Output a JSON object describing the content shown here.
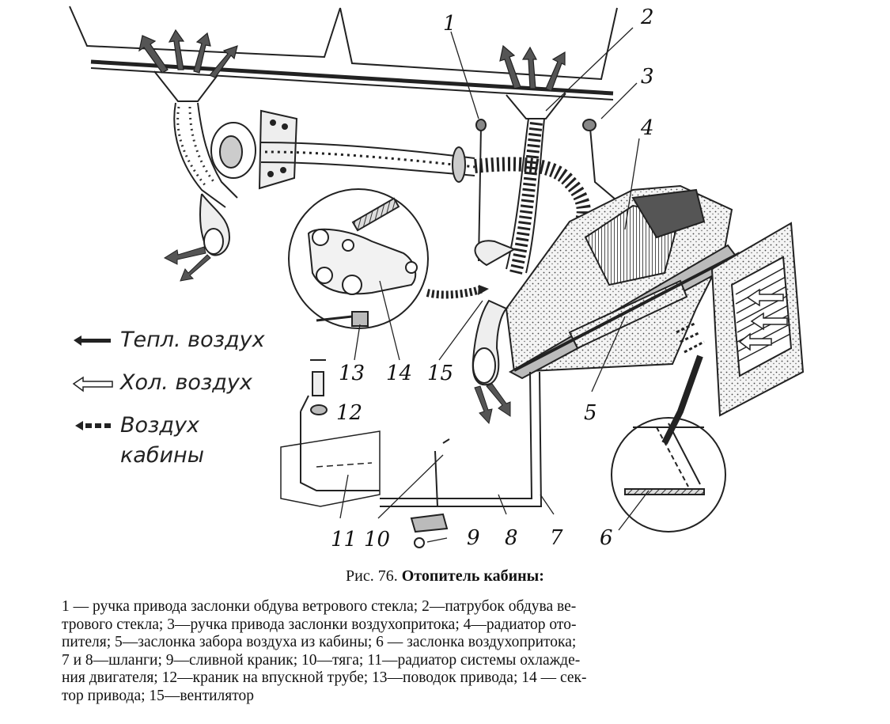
{
  "figure": {
    "callouts": [
      "1",
      "2",
      "3",
      "4",
      "5",
      "6",
      "7",
      "8",
      "9",
      "10",
      "11",
      "12",
      "13",
      "14",
      "15"
    ],
    "legend": [
      {
        "label": "Тепл. воздух",
        "style": "solid"
      },
      {
        "label": "Хол. воздух",
        "style": "hollow"
      },
      {
        "label": "Воздух",
        "style": "dotted"
      },
      {
        "label": "кабины",
        "style": "none"
      }
    ]
  },
  "caption": {
    "prefix": "Рис. 76.",
    "title": "Отопитель кабины:",
    "lines": [
      "1 — ручка привода заслонки обдува ветрового стекла; 2—патрубок обдува ве-",
      "трового стекла; 3—ручка привода заслонки воздухопритока;  4—радиатор ото-",
      "пителя; 5—заслонка забора воздуха из кабины;  6 — заслонка воздухопритока;",
      "7 и 8—шланги; 9—сливной краник; 10—тяга;   11—радиатор системы охлажде-",
      "ния двигателя; 12—краник на впускной трубе; 13—поводок привода; 14 — сек-",
      "тор привода; 15—вентилятор"
    ]
  }
}
